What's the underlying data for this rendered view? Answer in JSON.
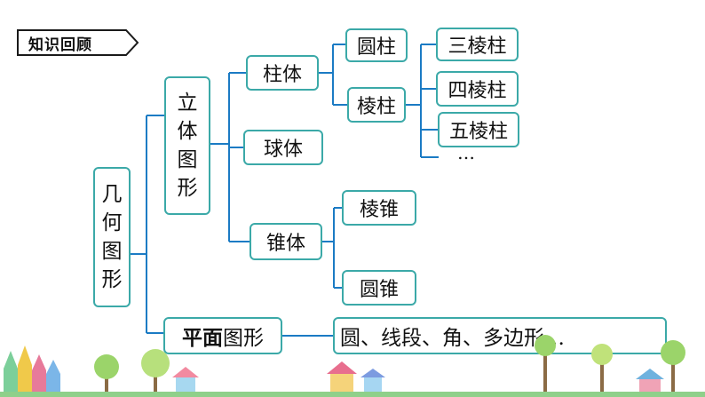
{
  "header": {
    "badge_label": "知识回顾"
  },
  "diagram": {
    "root": [
      "几",
      "何",
      "图",
      "形"
    ],
    "solid": [
      "立",
      "体",
      "图",
      "形"
    ],
    "prism_group": "柱体",
    "sphere": "球体",
    "cone_group": "锥体",
    "cylinder": "圆柱",
    "prism": "棱柱",
    "tri_prism": "三棱柱",
    "quad_prism": "四棱柱",
    "penta_prism": "五棱柱",
    "more_dots": "…",
    "pyramid": "棱锥",
    "cone": "圆锥",
    "plane_bold": "平面",
    "plane_rest": "图形",
    "plane_examples": "圆、线段、角、多边形…"
  },
  "colors": {
    "border": "#3ba9a8",
    "line": "#1b7bc4",
    "badge_border": "#1a1a1a"
  }
}
